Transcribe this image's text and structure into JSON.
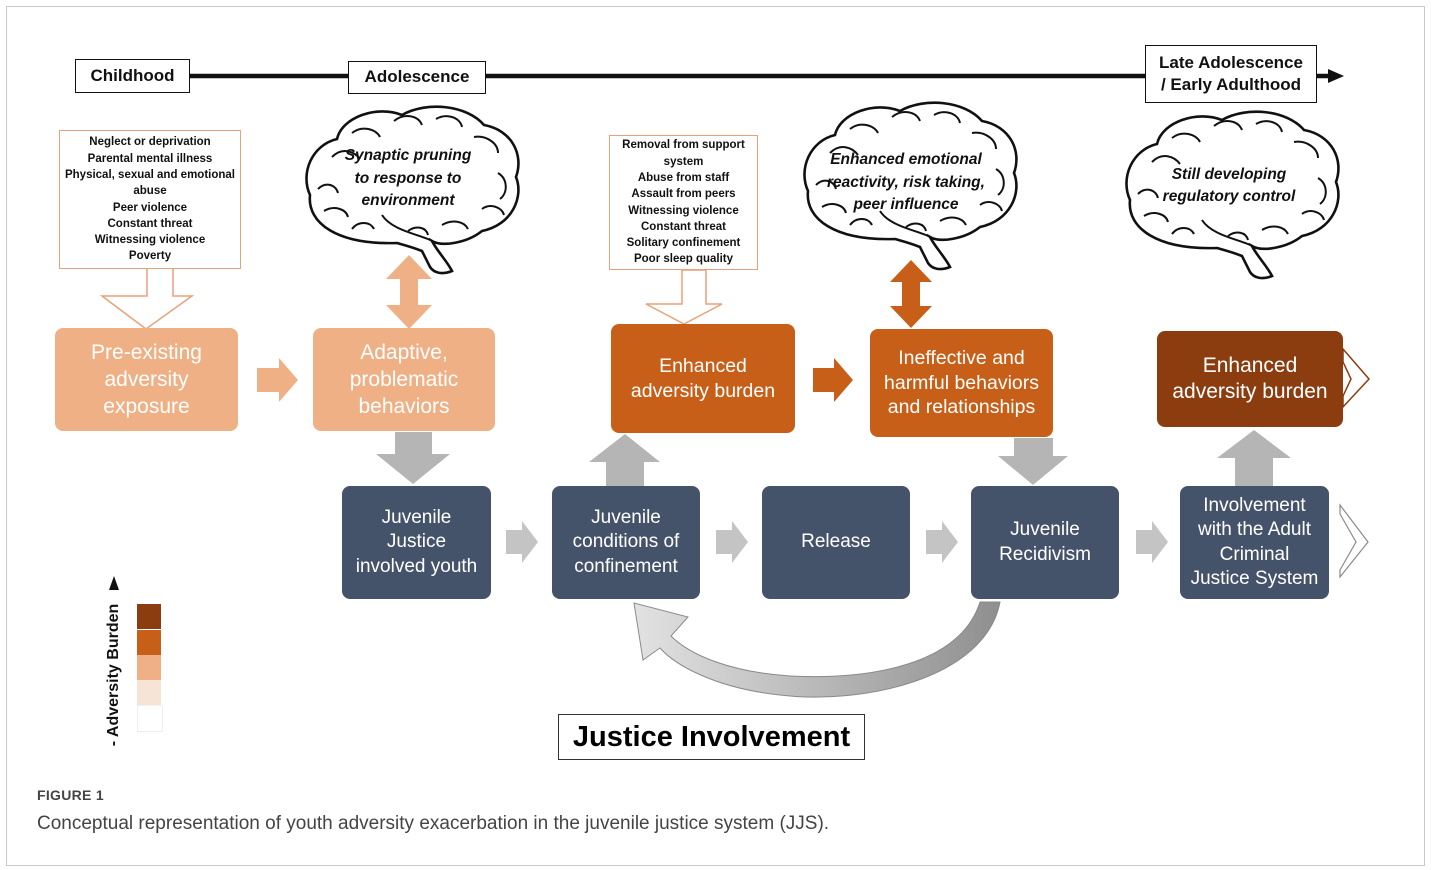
{
  "stages": {
    "childhood": "Childhood",
    "adolescence": "Adolescence",
    "late_line1": "Late Adolescence",
    "late_line2": "/ Early Adulthood"
  },
  "list_childhood": [
    "Neglect or deprivation",
    "Parental mental illness",
    "Physical, sexual and emotional",
    "abuse",
    "Peer violence",
    "Constant threat",
    "Witnessing violence",
    "Poverty"
  ],
  "list_confinement": [
    "Removal from support",
    "system",
    "Abuse from staff",
    "Assault from peers",
    "Witnessing violence",
    "Constant threat",
    "Solitary confinement",
    "Poor sleep quality"
  ],
  "brains": {
    "b1": [
      "Synaptic pruning",
      "to response to",
      "environment"
    ],
    "b2": [
      "Enhanced emotional",
      "reactivity, risk taking,",
      "peer influence"
    ],
    "b3": [
      "Still developing",
      "regulatory control"
    ]
  },
  "adversity_boxes": {
    "pre_existing": [
      "Pre-existing",
      "adversity",
      "exposure"
    ],
    "adaptive": [
      "Adaptive,",
      "problematic",
      "behaviors"
    ],
    "enhanced1": [
      "Enhanced",
      "adversity burden"
    ],
    "ineffective": [
      "Ineffective and",
      "harmful behaviors",
      "and relationships"
    ],
    "enhanced2": [
      "Enhanced",
      "adversity burden"
    ]
  },
  "justice_boxes": {
    "jj_youth": [
      "Juvenile",
      "Justice",
      "involved youth"
    ],
    "conditions": [
      "Juvenile",
      "conditions of",
      "confinement"
    ],
    "release": [
      "Release"
    ],
    "recidivism": [
      "Juvenile",
      "Recidivism"
    ],
    "adult": [
      "Involvement",
      "with the Adult",
      "Criminal",
      "Justice System"
    ]
  },
  "justice_title": "Justice Involvement",
  "legend": {
    "label": "- Adversity  Burden",
    "colors": [
      "#8b3d10",
      "#c85f18",
      "#efb086",
      "#f6e4d6",
      "#ffffff"
    ]
  },
  "caption": {
    "label": "FIGURE 1",
    "text": "Conceptual representation of youth adversity exacerbation in the juvenile justice system (JJS)."
  },
  "colors": {
    "peach": "#efb086",
    "orange": "#c85f18",
    "brown": "#8b3d10",
    "navy": "#45536a",
    "grey_arrow": "#b5b5b5",
    "list_border": "#e8a27a"
  }
}
